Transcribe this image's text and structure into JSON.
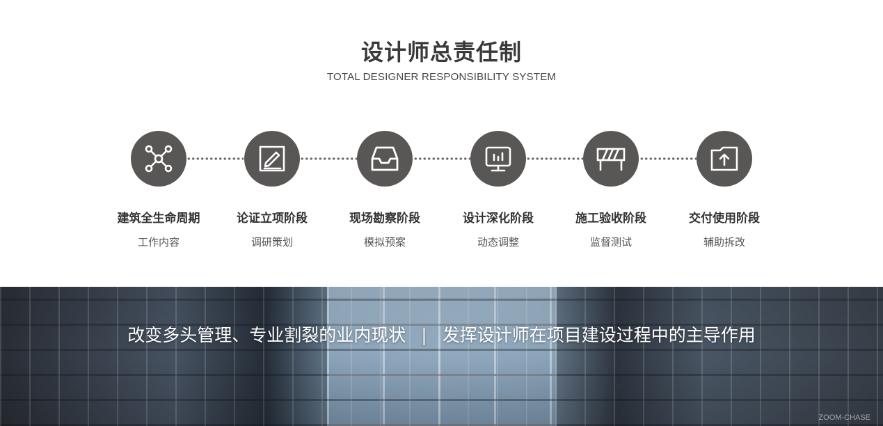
{
  "header": {
    "title": "设计师总责任制",
    "subtitle": "TOTAL DESIGNER RESPONSIBILITY SYSTEM"
  },
  "stages": [
    {
      "title": "建筑全生命周期",
      "sub": "工作内容",
      "icon": "network-nodes-icon"
    },
    {
      "title": "论证立项阶段",
      "sub": "调研策划",
      "icon": "document-edit-icon"
    },
    {
      "title": "现场勘察阶段",
      "sub": "模拟预案",
      "icon": "inbox-tray-icon"
    },
    {
      "title": "设计深化阶段",
      "sub": "动态调整",
      "icon": "monitor-chart-icon"
    },
    {
      "title": "施工验收阶段",
      "sub": "监督测试",
      "icon": "construction-barrier-icon"
    },
    {
      "title": "交付使用阶段",
      "sub": "辅助拆改",
      "icon": "folder-upload-icon"
    }
  ],
  "banner": {
    "left_text": "改变多头管理、专业割裂的业内现状",
    "separator": "|",
    "right_text": "发挥设计师在项目建设过程中的主导作用",
    "watermark": "ZOOM-CHASE"
  },
  "colors": {
    "icon_circle": "#595656",
    "dots": "#6a6665",
    "title": "#3a3a3a"
  }
}
